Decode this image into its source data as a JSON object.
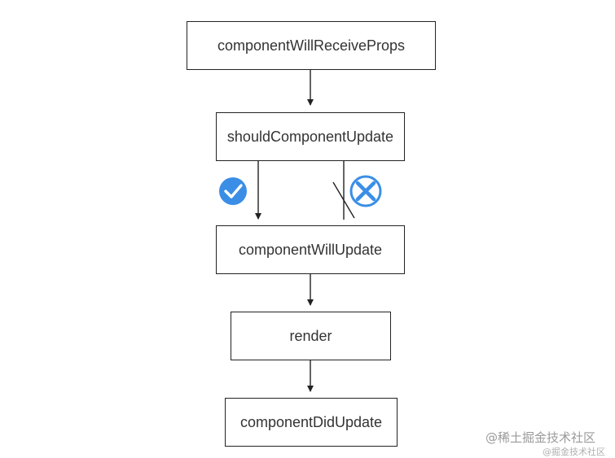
{
  "diagram": {
    "nodes": {
      "will_receive_props": "componentWillReceiveProps",
      "should_update": "shouldComponentUpdate",
      "will_update": "componentWillUpdate",
      "render": "render",
      "did_update": "componentDidUpdate"
    },
    "colors": {
      "check_icon": "#3a8ee6",
      "cross_icon": "#3a8ee6",
      "stroke": "#222222",
      "text": "#333333"
    }
  },
  "watermark": {
    "primary": "@稀土掘金技术社区",
    "secondary": "@掘金技术社区"
  }
}
